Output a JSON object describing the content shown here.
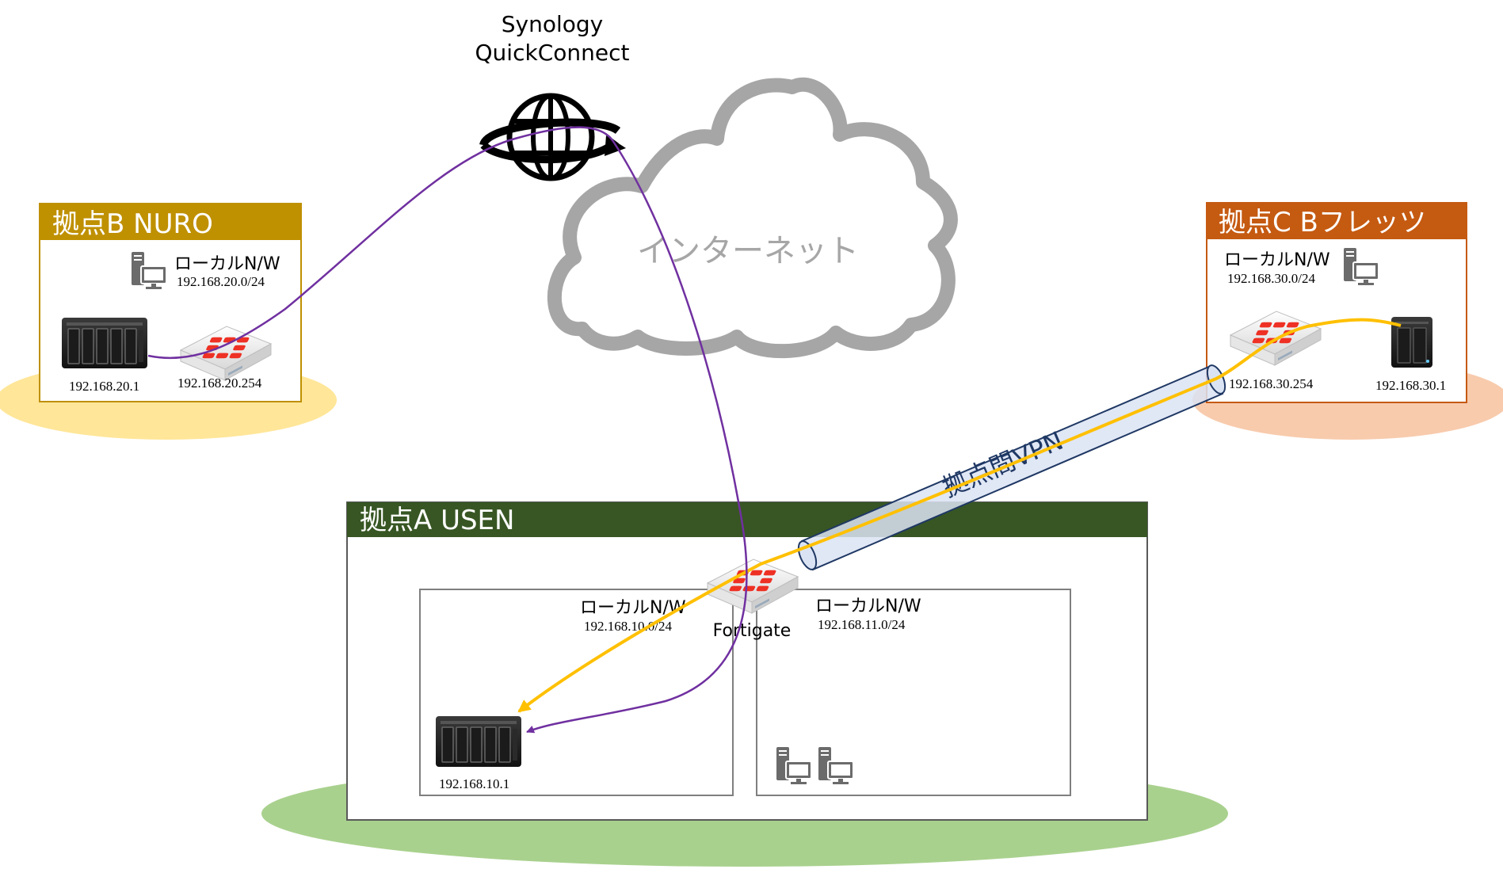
{
  "quickconnect": {
    "line1": "Synology",
    "line2": "QuickConnect"
  },
  "internet": {
    "label": "インターネット"
  },
  "site_b": {
    "title": "拠点B NURO",
    "lan_label": "ローカルN/W",
    "lan_subnet": "192.168.20.0/24",
    "nas_ip": "192.168.20.1",
    "router_ip": "192.168.20.254",
    "color": "#bf9000"
  },
  "site_c": {
    "title": "拠点C Bフレッツ",
    "lan_label": "ローカルN/W",
    "lan_subnet": "192.168.30.0/24",
    "router_ip": "192.168.30.254",
    "nas_ip": "192.168.30.1",
    "color": "#c55a11"
  },
  "site_a": {
    "title": "拠点A USEN",
    "router_label": "Fortigate",
    "lan1_label": "ローカルN/W",
    "lan1_subnet": "192.168.10.0/24",
    "lan2_label": "ローカルN/W",
    "lan2_subnet": "192.168.11.0/24",
    "nas_ip": "192.168.10.1",
    "color": "#375623"
  },
  "vpn": {
    "label": "拠点間VPN"
  },
  "colors": {
    "quickconnect_path": "#7030a0",
    "vpn_path": "#ffc000",
    "tunnel_fill": "#dae3f3",
    "tunnel_stroke": "#1f3864",
    "site_b_ground": "#ffe699",
    "site_c_ground": "#f8cbad",
    "site_a_ground": "#a9d18e"
  }
}
